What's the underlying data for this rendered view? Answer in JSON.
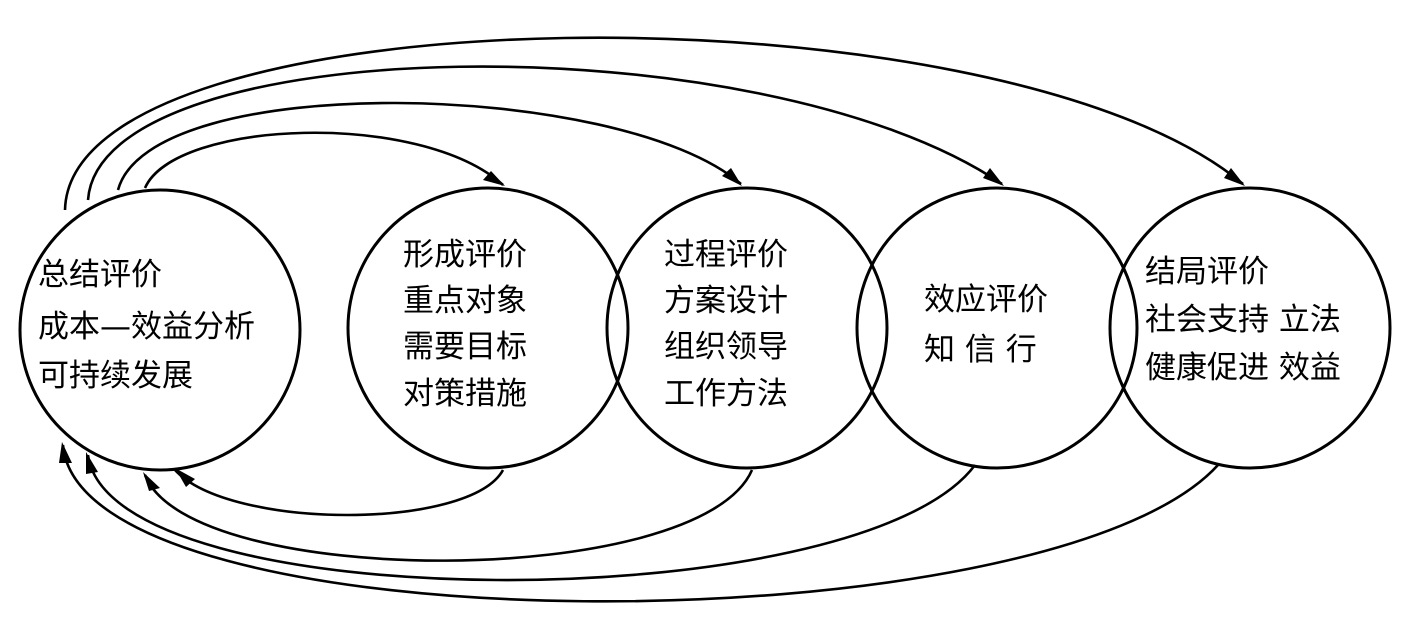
{
  "nodes": [
    {
      "id": "summary",
      "lines": [
        "总结评价",
        "成本—效益分析",
        "可持续发展"
      ]
    },
    {
      "id": "formative",
      "lines": [
        "形成评价",
        "重点对象",
        "需要目标",
        "对策措施"
      ]
    },
    {
      "id": "process",
      "lines": [
        "过程评价",
        "方案设计",
        "组织领导",
        "工作方法"
      ]
    },
    {
      "id": "effect",
      "lines": [
        "效应评价",
        "知 信 行"
      ]
    },
    {
      "id": "outcome",
      "lines": [
        "结局评价",
        "社会支持  立法",
        "健康促进  效益"
      ]
    }
  ],
  "edges": [
    {
      "from": "summary",
      "to": "formative"
    },
    {
      "from": "summary",
      "to": "process"
    },
    {
      "from": "summary",
      "to": "effect"
    },
    {
      "from": "summary",
      "to": "outcome"
    },
    {
      "from": "formative",
      "to": "summary"
    },
    {
      "from": "process",
      "to": "summary"
    },
    {
      "from": "effect",
      "to": "summary"
    },
    {
      "from": "outcome",
      "to": "summary"
    }
  ],
  "colors": {
    "stroke": "#000000",
    "text": "#000000",
    "background": "#ffffff"
  }
}
